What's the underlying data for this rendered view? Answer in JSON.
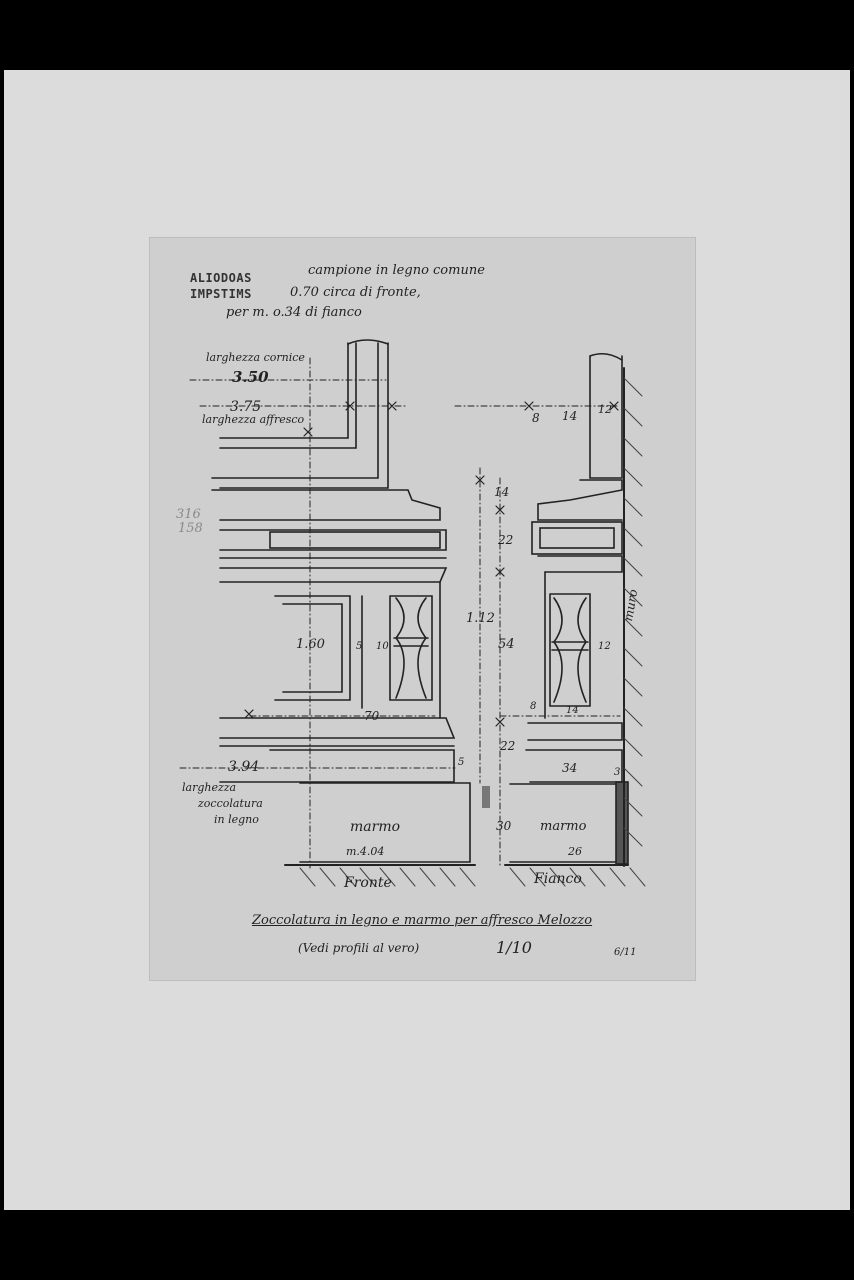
{
  "photo": {
    "mount_color": "#dcdcdc",
    "paper_color": "#cfcfcf",
    "ink_color": "#222222"
  },
  "header": {
    "stamp_line_1": "ALIODOAS",
    "stamp_line_2": "IMPSTIMS",
    "note_line_1": "campione in legno comune",
    "note_line_2": "0.70 circa di fronte,",
    "note_line_3": "per m. o.34 di fianco"
  },
  "front_view": {
    "label": "Fronte",
    "cornice_width_label": "larghezza cornice",
    "cornice_width_value": "3.50",
    "fresco_width_value": "3.75",
    "fresco_width_label": "larghezza affresco",
    "height_value": "1.60",
    "dim_5": "5",
    "dim_10": "10",
    "dim_70": "70",
    "zoccolatura_width_value": "3.94",
    "zoccolatura_label_1": "larghezza",
    "zoccolatura_label_2": "zoccolatura",
    "zoccolatura_label_3": "in legno",
    "marble_label": "marmo",
    "marble_dim": "m.4.04",
    "dim_5b": "5"
  },
  "center_dims": {
    "d14": "14",
    "d22a": "22",
    "total": "1.12",
    "d54": "54",
    "d8": "8",
    "d22b": "22",
    "d30": "30"
  },
  "side_view": {
    "label": "Fianco",
    "top_8": "8",
    "top_14": "14",
    "top_12": "12",
    "wall_label": "muro",
    "dim_12": "12",
    "dim_14": "14",
    "dim_34": "34",
    "dim_3": "3",
    "marble_label": "marmo",
    "marble_dim": "26"
  },
  "pencil_notes": {
    "left_1": "316",
    "left_2": "158"
  },
  "footer": {
    "title": "Zoccolatura in legno e marmo per affresco Melozzo",
    "subtitle": "(Vedi profili al vero)",
    "scale": "1/10",
    "sheet_no": "6/11"
  }
}
